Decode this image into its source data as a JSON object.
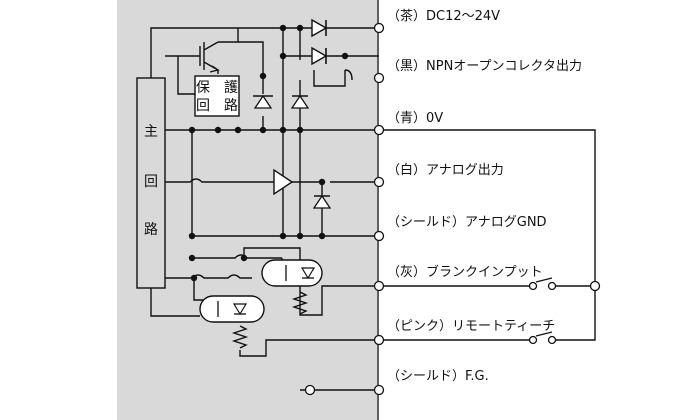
{
  "main_circuit": {
    "label_chars": [
      "主",
      "回",
      "路"
    ]
  },
  "protection_circuit": {
    "line1": "保　護",
    "line2": "回　路"
  },
  "terminals": [
    {
      "id": "brown",
      "label": "（茶）DC12～24V"
    },
    {
      "id": "black",
      "label": "（黒）NPNオープンコレクタ出力"
    },
    {
      "id": "blue",
      "label": "（青）0V"
    },
    {
      "id": "white",
      "label": "（白）アナログ出力"
    },
    {
      "id": "shield-analog",
      "label": "（シールド）アナログGND"
    },
    {
      "id": "gray",
      "label": "（灰）ブランクインプット"
    },
    {
      "id": "pink",
      "label": "（ピンク）リモートティーチ"
    },
    {
      "id": "shield-fg",
      "label": "（シールド）F.G."
    }
  ],
  "colors": {
    "panel": "#d9d9d9",
    "line": "#111111"
  }
}
